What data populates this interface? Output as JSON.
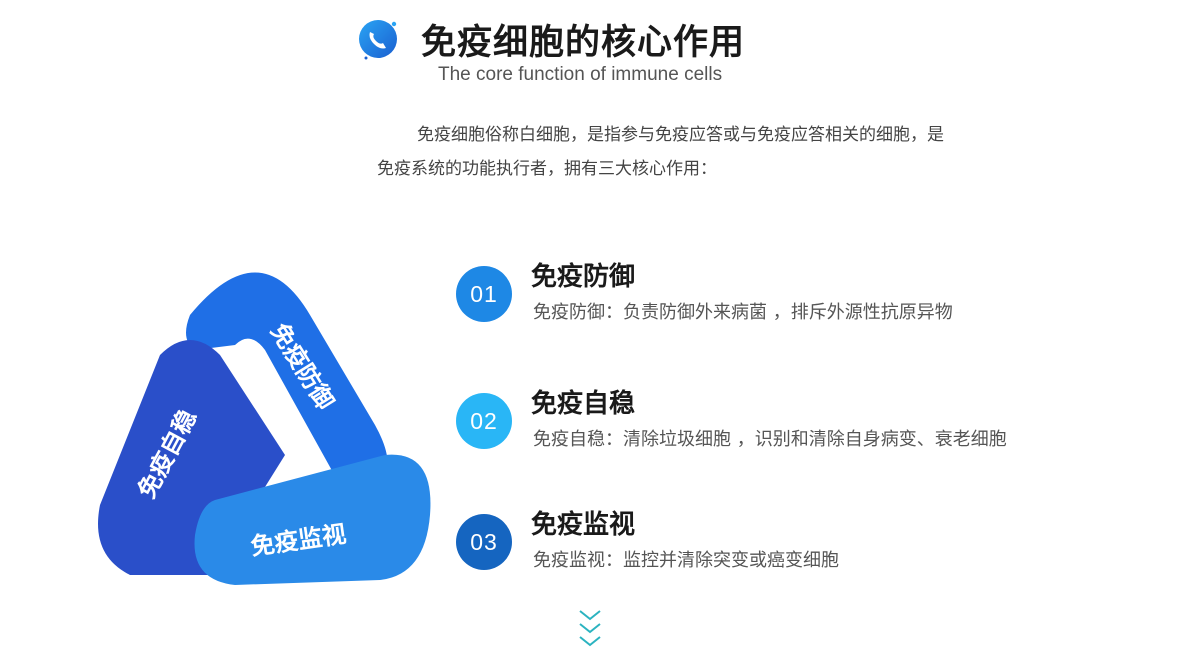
{
  "header": {
    "title": "免疫细胞的核心作用",
    "subtitle": "The core function of immune cells",
    "logo_icon": "phone-circle-icon"
  },
  "intro": {
    "text": "免疫细胞俗称白细胞，是指参与免疫应答或与免疫应答相关的细胞，是免疫系统的功能执行者，拥有三大核心作用："
  },
  "diagram": {
    "top_label": "免疫防御",
    "left_label": "免疫自稳",
    "bottom_label": "免疫监视"
  },
  "items": [
    {
      "num": "01",
      "title": "免疫防御",
      "desc": "免疫防御：负责防御外来病菌 ，排斥外源性抗原异物",
      "color": "#1e88e5"
    },
    {
      "num": "02",
      "title": "免疫自稳",
      "desc": "免疫自稳：清除垃圾细胞 ，识别和清除自身病变、衰老细胞",
      "color": "#29b6f6"
    },
    {
      "num": "03",
      "title": "免疫监视",
      "desc": "免疫监视：监控并清除突变或癌变细胞",
      "color": "#1565c0"
    }
  ],
  "colors": {
    "blue_top": "#1f6fe6",
    "blue_left": "#2a4fc9",
    "blue_bottom": "#2a8ae8",
    "arrow": "#2bb3c0"
  },
  "footer": {
    "scroll_icon": "triple-chevron-down-icon"
  }
}
